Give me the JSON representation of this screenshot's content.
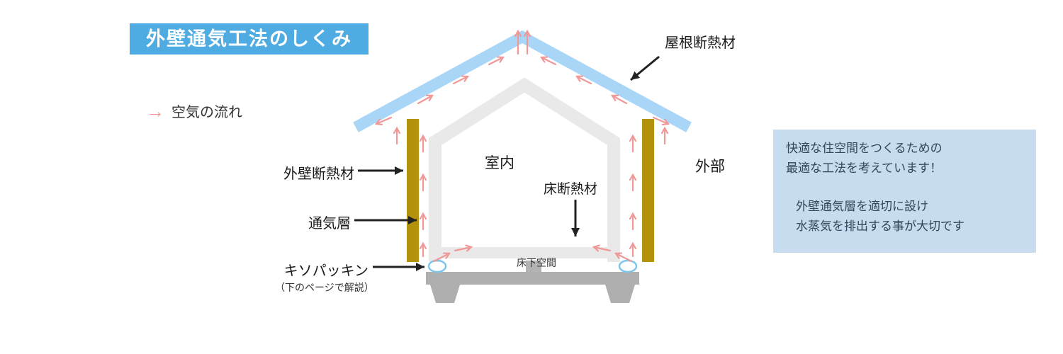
{
  "title": "外壁通気工法のしくみ",
  "legend": {
    "arrow_glyph": "→",
    "air_flow_label": "空気の流れ"
  },
  "diagram": {
    "labels": {
      "roof_insulation": "屋根断熱材",
      "wall_insulation": "外壁断熱材",
      "ventilation_layer": "通気層",
      "kiso_packing": "キソパッキン",
      "kiso_packing_note": "（下のページで解説）",
      "floor_insulation": "床断熱材",
      "indoor": "室内",
      "exterior": "外部",
      "underfloor_space": "床下空間"
    }
  },
  "info_box": {
    "lines": [
      "快適な住空間をつくるための",
      "最適な工法を考えています！",
      "",
      "外壁通気層を適切に設け",
      "水蒸気を排出する事が大切です"
    ]
  },
  "colors": {
    "title_bg": "#4FACE2",
    "title_text": "#FFFFFF",
    "roof": "#A9D5F7",
    "wall_outline": "#E9E9E9",
    "insulation_bar": "#B2930B",
    "air_arrow": "#F09898",
    "foundation": "#AFAFAF",
    "packing_ring": "#7FC6EA",
    "info_box_bg": "#C8DCEF",
    "info_box_text": "#33475B",
    "label_text": "#1A1A1A"
  }
}
